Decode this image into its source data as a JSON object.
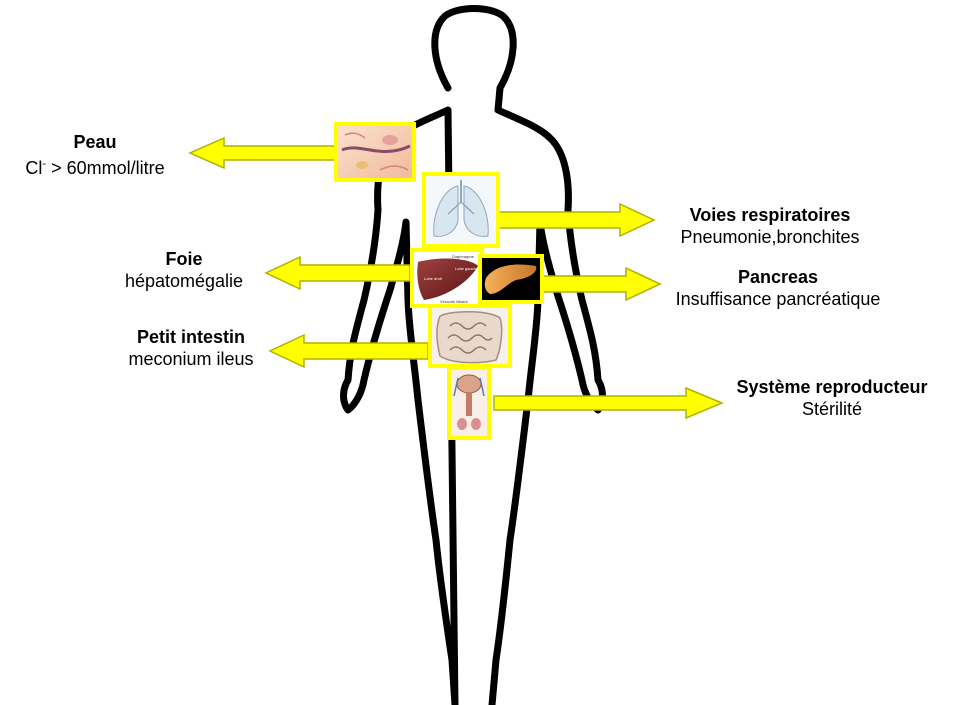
{
  "colors": {
    "arrow_fill": "#ffff00",
    "arrow_stroke": "#b0b000",
    "frame": "#ffff00",
    "outline": "#000000"
  },
  "organs": [
    {
      "id": "peau",
      "title": "Peau",
      "sub_prefix": "Cl",
      "sub_sup": "-",
      "sub_rest": " > 60mmol/litre",
      "icon": "skin-icon",
      "direction": "left"
    },
    {
      "id": "voies",
      "title": "Voies respiratoires",
      "sub": "Pneumonie,bronchites",
      "icon": "lungs-icon",
      "direction": "right"
    },
    {
      "id": "foie",
      "title": "Foie",
      "sub": "hépatomégalie",
      "icon": "liver-icon",
      "direction": "left"
    },
    {
      "id": "pancreas",
      "title": "Pancreas",
      "sub": "Insuffisance pancréatique",
      "icon": "pancreas-icon",
      "direction": "right"
    },
    {
      "id": "intestin",
      "title": "Petit intestin",
      "sub": "meconium ileus",
      "icon": "intestine-icon",
      "direction": "left"
    },
    {
      "id": "repro",
      "title": "Système reproducteur",
      "sub": "Stérilité",
      "icon": "reproductive-system-icon",
      "direction": "right"
    }
  ],
  "liver_labels": [
    "Diaphragme",
    "Lobe droit",
    "Lobe gauche",
    "Vésicule biliaire"
  ]
}
